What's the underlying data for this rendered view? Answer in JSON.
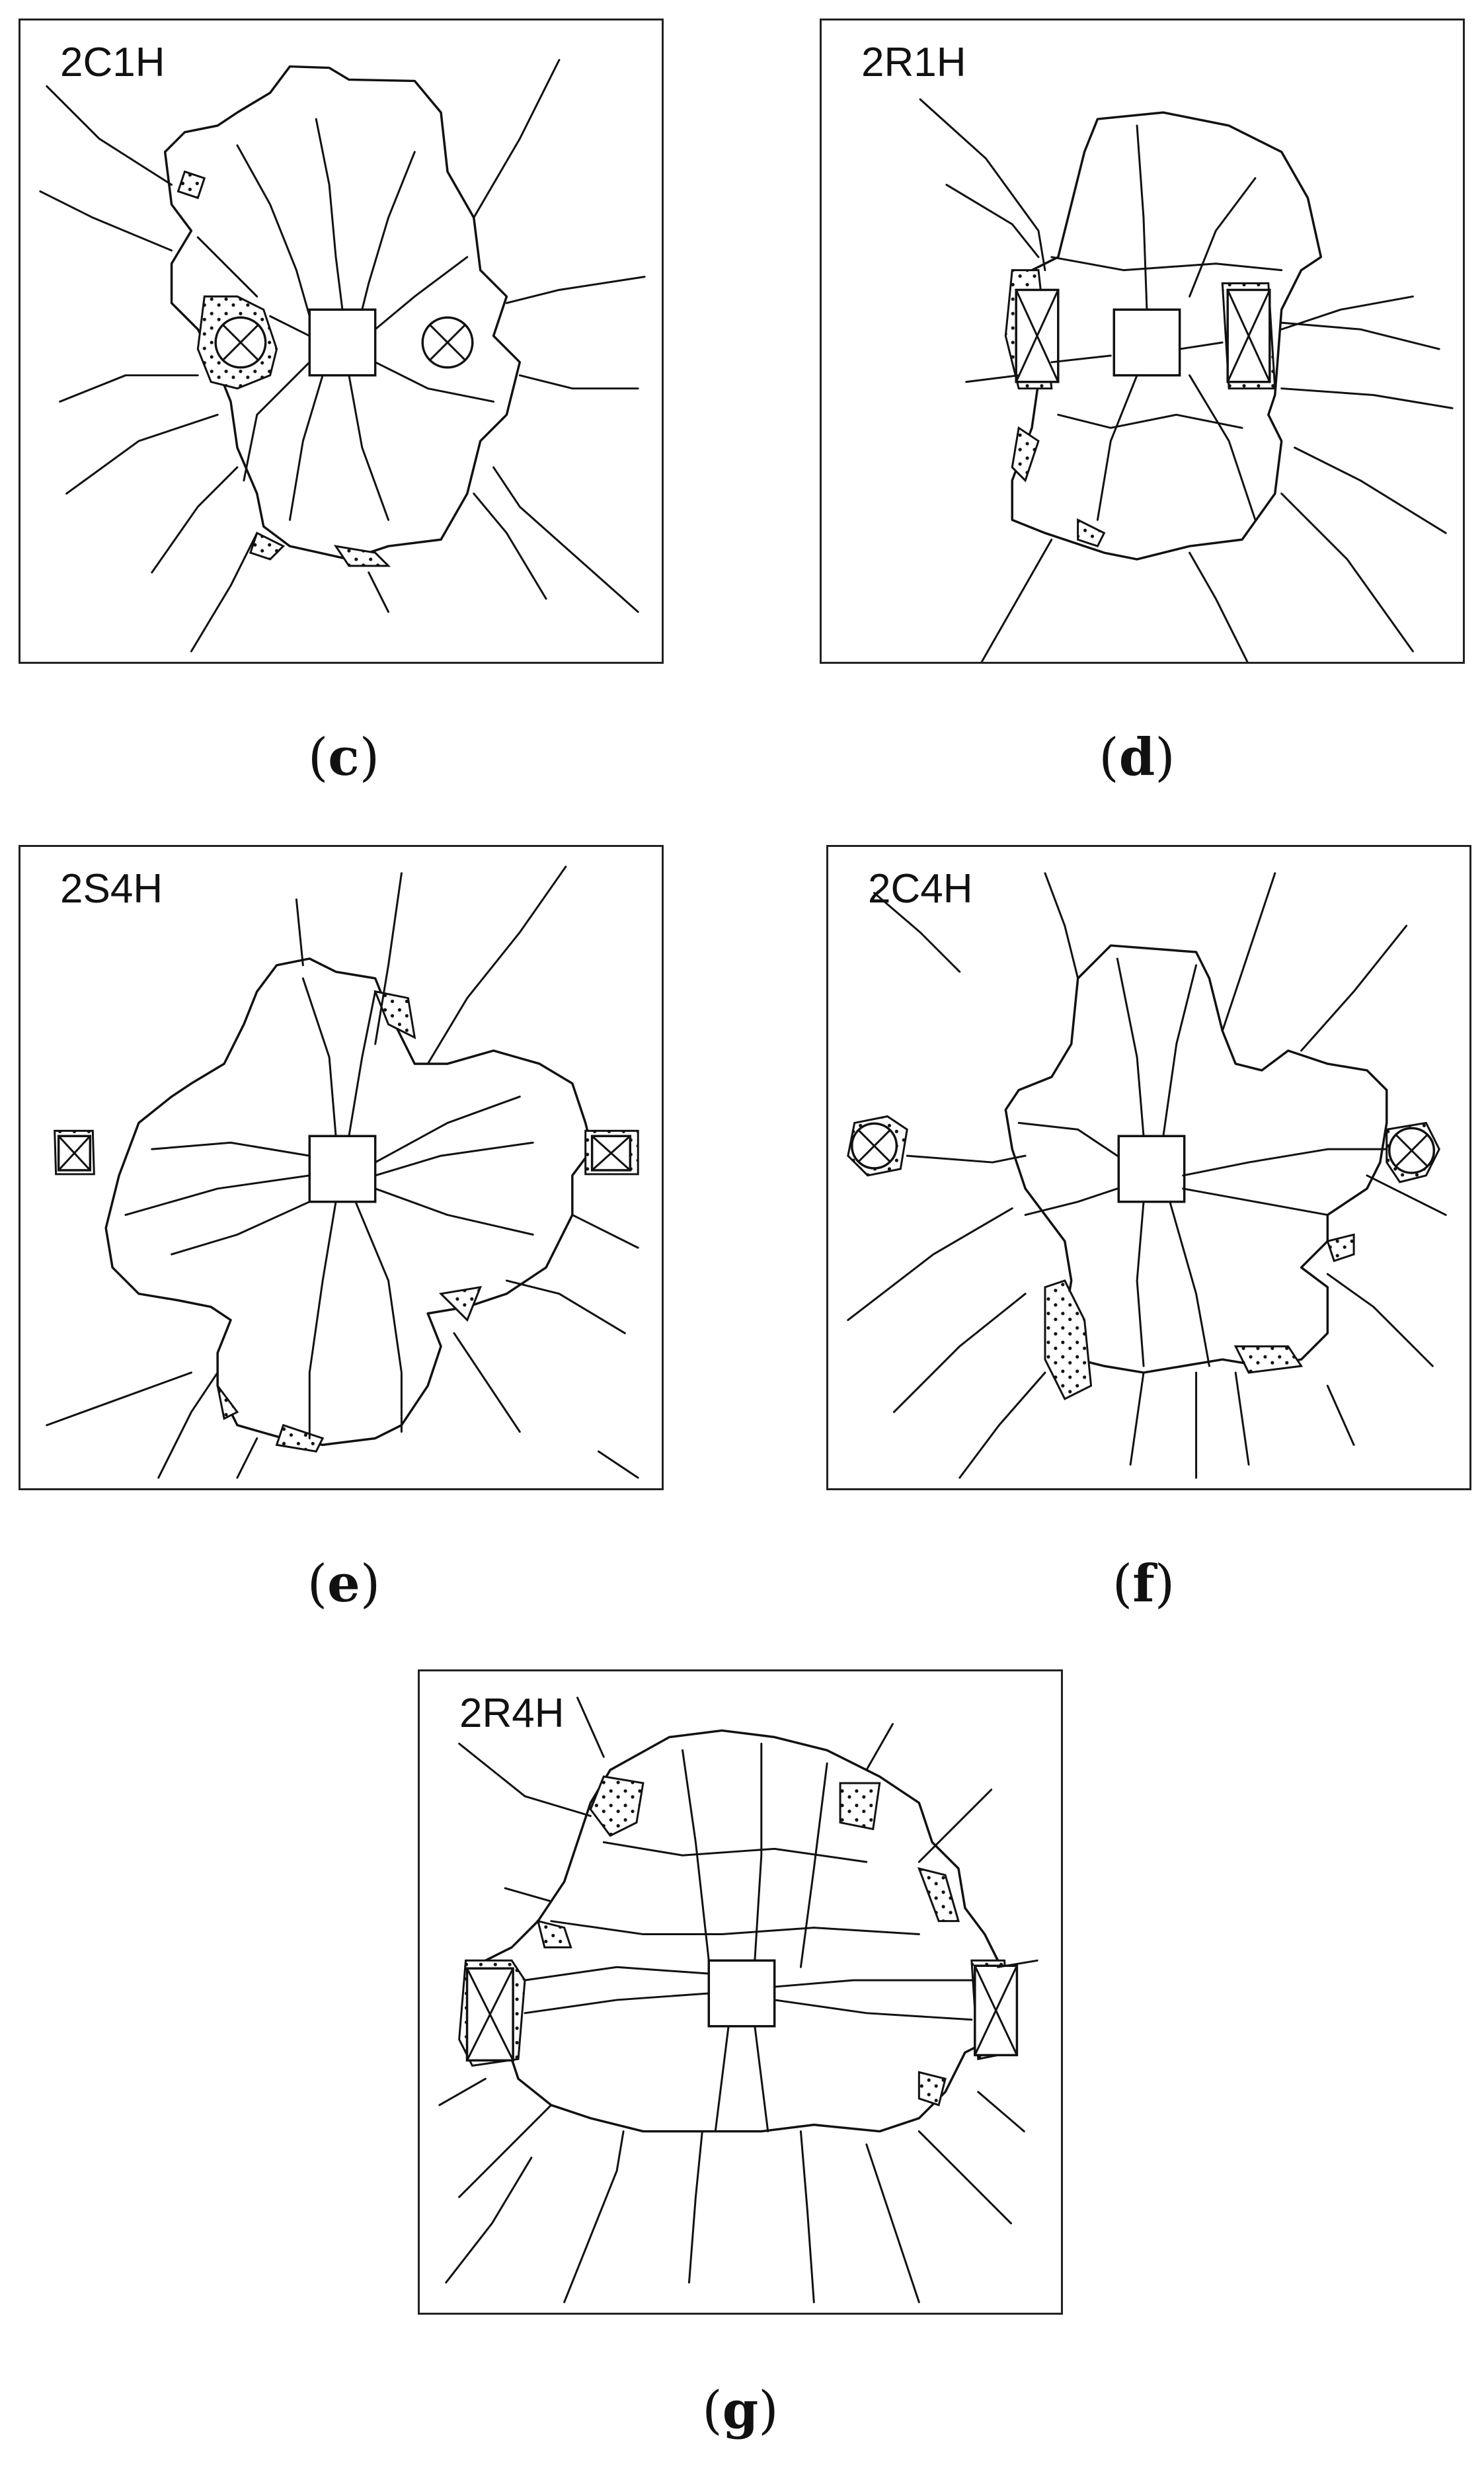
{
  "panels": [
    {
      "id": "c",
      "label": "2C1H",
      "caption": "c"
    },
    {
      "id": "d",
      "label": "2R1H",
      "caption": "d"
    },
    {
      "id": "e",
      "label": "2S4H",
      "caption": "e"
    },
    {
      "id": "f",
      "label": "2C4H",
      "caption": "f"
    },
    {
      "id": "g",
      "label": "2R4H",
      "caption": "g"
    }
  ]
}
